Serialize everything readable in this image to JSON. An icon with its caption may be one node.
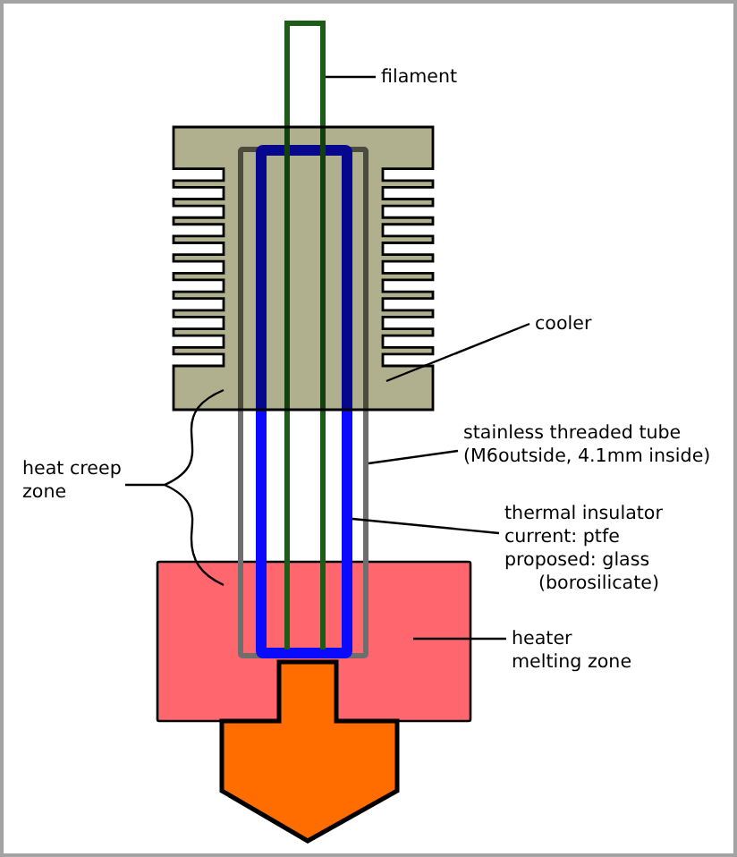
{
  "diagram": {
    "nodes": [
      {
        "text": [
          "filament"
        ]
      },
      {
        "text": [],
        "shape": "bar"
      },
      {
        "text": [
          "cooler"
        ]
      },
      {
        "text": [],
        "shape": "box"
      },
      {
        "text": [
          "stainless threaded tube",
          "(M6outside, 4.1mm inside)"
        ]
      },
      {
        "text": [],
        "shape": "box"
      },
      {
        "text": [
          "thermal insulator",
          "current: ptfe",
          "proposed: glass (borosilicate)"
        ]
      },
      {
        "text": [],
        "shape": "box",
        "in": 5
      },
      {
        "text": [
          "heater",
          "melting zone"
        ]
      },
      {
        "text": [],
        "shape": "box"
      },
      {
        "text": [],
        "shape": "box"
      }
    ],
    "edges": [
      {
        "from": 0,
        "to": 1,
        "arrow": "none"
      },
      {
        "from": 2,
        "to": 3,
        "arrow": "none"
      },
      {
        "from": 4,
        "to": 5,
        "arrow": "none"
      },
      {
        "from": 6,
        "to": 7,
        "arrow": "none"
      },
      {
        "from": 8,
        "to": 9,
        "arrow": "none"
      }
    ],
    "labels": [
      "heat creep zone"
    ]
  }
}
